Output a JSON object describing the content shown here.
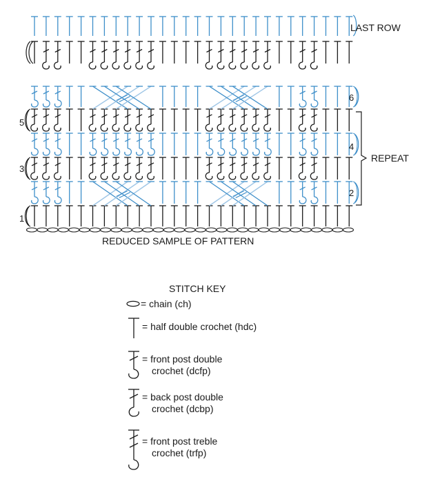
{
  "labels": {
    "last_row": "LAST ROW",
    "repeat": "REPEAT",
    "caption": "REDUCED SAMPLE OF PATTERN",
    "key_title": "STITCH KEY"
  },
  "row_numbers": {
    "r1": "1",
    "r2": "2",
    "r3": "3",
    "r4": "4",
    "r5": "5",
    "r6": "6"
  },
  "stitch_key": [
    {
      "symbol": "chain-symbol",
      "line1": "= chain (ch)",
      "line2": ""
    },
    {
      "symbol": "hdc-symbol",
      "line1": "= half double crochet (hdc)",
      "line2": ""
    },
    {
      "symbol": "dcfp-symbol",
      "line1": "= front post double",
      "line2": "crochet (dcfp)"
    },
    {
      "symbol": "dcbp-symbol",
      "line1": "= back post double",
      "line2": "crochet (dcbp)"
    },
    {
      "symbol": "trfp-symbol",
      "line1": "= front post treble",
      "line2": "crochet (trfp)"
    }
  ],
  "colors": {
    "blue": "#3d8ec9",
    "light_blue": "#9fc6e6",
    "dark": "#1a1a1a"
  }
}
